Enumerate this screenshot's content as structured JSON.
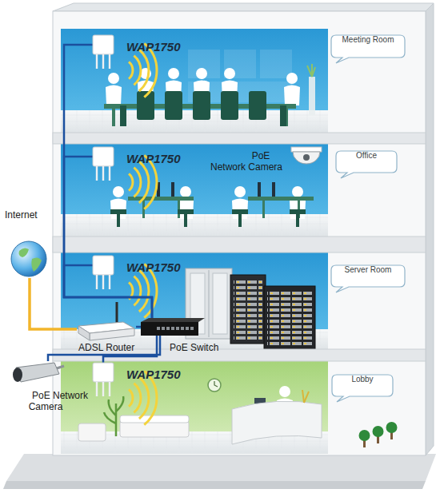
{
  "diagram": {
    "nodes": [
      {
        "text": [
          "Meeting Room"
        ]
      },
      {
        "text": [
          "WAP1750"
        ]
      },
      {
        "text": [
          "WAP1750"
        ]
      },
      {
        "text": [
          "PoE Network Camera"
        ]
      },
      {
        "text": [
          "Office"
        ]
      },
      {
        "text": [
          "Internet"
        ]
      },
      {
        "text": [
          "WAP1750"
        ]
      },
      {
        "text": [
          "Server Room"
        ]
      },
      {
        "text": [
          "ADSL Router"
        ]
      },
      {
        "text": [
          "PoE Switch"
        ]
      },
      {
        "text": [
          "PoE Network Camera"
        ]
      },
      {
        "text": [
          "WAP1750"
        ]
      },
      {
        "text": [
          "Lobby"
        ]
      }
    ],
    "edges": [
      {
        "from": 5,
        "to": 8,
        "arrow": "none"
      },
      {
        "from": 8,
        "to": 9,
        "arrow": "none"
      },
      {
        "from": 9,
        "to": 1,
        "arrow": "none"
      },
      {
        "from": 9,
        "to": 2,
        "arrow": "none"
      },
      {
        "from": 9,
        "to": 6,
        "arrow": "none"
      },
      {
        "from": 9,
        "to": 11,
        "arrow": "none"
      },
      {
        "from": 9,
        "to": 10,
        "arrow": "none"
      }
    ]
  }
}
